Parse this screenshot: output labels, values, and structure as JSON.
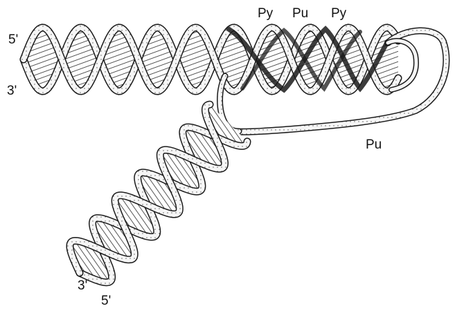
{
  "labels": {
    "top_left_5prime": "5'",
    "top_left_3prime": "3'",
    "triplex_py_1": "Py",
    "triplex_pu": "Pu",
    "triplex_py_2": "Py",
    "loop_pu": "Pu",
    "bottom_3prime": "3'",
    "bottom_5prime": "5'"
  },
  "colors": {
    "ink": "#1a1a1a",
    "strand_fill": "#f4f4f4",
    "hatch": "#2a2a2a",
    "background": "#ffffff"
  }
}
